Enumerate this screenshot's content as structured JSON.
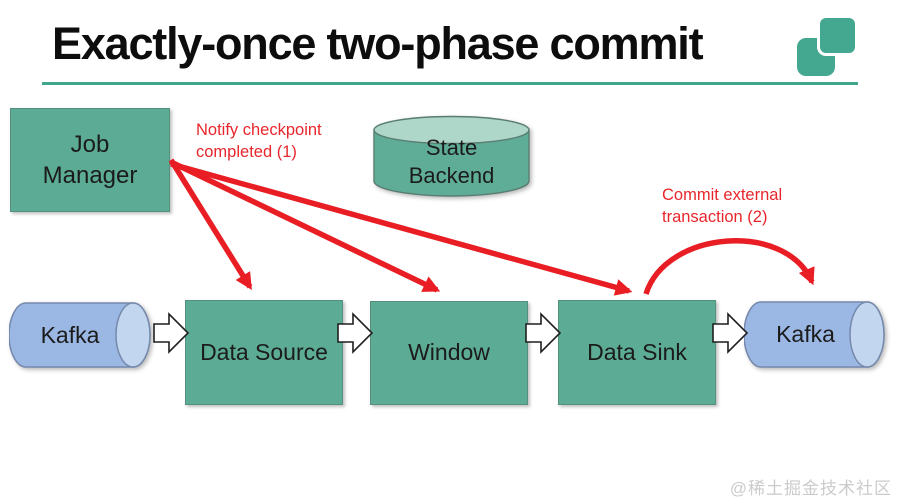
{
  "slide": {
    "title": "Exactly-once two-phase commit",
    "watermark": "@稀土掘金技术社区"
  },
  "nodes": {
    "job_manager": {
      "label": "Job\nManager"
    },
    "state_backend": {
      "label": "State\nBackend"
    },
    "kafka_in": {
      "label": "Kafka"
    },
    "data_source": {
      "label": "Data Source"
    },
    "window": {
      "label": "Window"
    },
    "data_sink": {
      "label": "Data Sink"
    },
    "kafka_out": {
      "label": "Kafka"
    }
  },
  "annotations": {
    "notify_checkpoint": "Notify checkpoint\ncompleted (1)",
    "commit_external": "Commit external\ntransaction (2)"
  },
  "colors": {
    "teal_box": "#5cab94",
    "teal_cylinder_top": "#aed7ca",
    "teal_accent": "#3fa78e",
    "logo_teal": "#44a891",
    "kafka_blue": "#9bb7e4",
    "kafka_blue_light": "#c3d6f0",
    "arrow_red": "#e81e24",
    "annotation_red": "#e8262b",
    "text_dark": "#1b1b1b",
    "watermark_gray": "#cbcbcb"
  }
}
